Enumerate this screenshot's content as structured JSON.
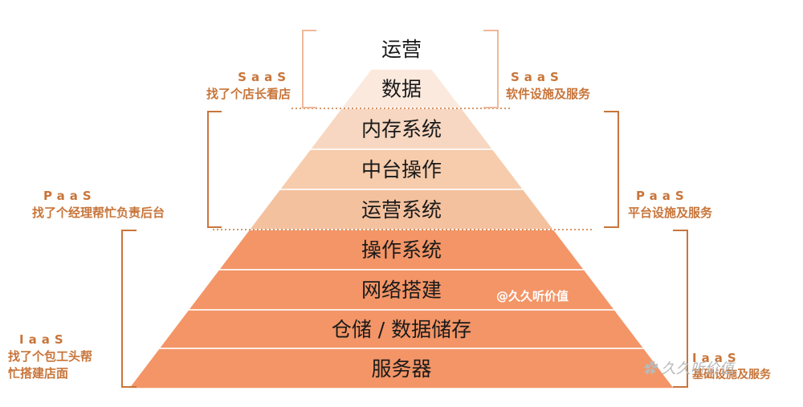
{
  "pyramid": {
    "layers": [
      {
        "label": "运营",
        "color": "#ffffff"
      },
      {
        "label": "数据",
        "color": "#fbe9dd"
      },
      {
        "label": "内存系统",
        "color": "#f7d7c1"
      },
      {
        "label": "中台操作",
        "color": "#f6ccac"
      },
      {
        "label": "运营系统",
        "color": "#f4c19f"
      },
      {
        "label": "操作系统",
        "color": "#f39567"
      },
      {
        "label": "网络搭建",
        "color": "#f39567"
      },
      {
        "label": "仓储 / 数据储存",
        "color": "#f39567"
      },
      {
        "label": "服务器",
        "color": "#f39567"
      }
    ],
    "bracket_color": "#c8753a"
  },
  "saas": {
    "left_title": "SaaS",
    "left_desc": "找了个店长看店",
    "right_title": "SaaS",
    "right_desc": "软件设施及服务"
  },
  "paas": {
    "left_title": "PaaS",
    "left_desc": "找了个经理帮忙负责后台",
    "right_title": "PaaS",
    "right_desc": "平台设施及服务"
  },
  "iaas": {
    "left_title": "IaaS",
    "left_desc_line1": "找了个包工头帮",
    "left_desc_line2": "忙搭建店面",
    "right_title": "IaaS",
    "right_desc": "基础设施及服务"
  },
  "watermark": "@久久听价值",
  "wechat_mark": "久久听价值"
}
